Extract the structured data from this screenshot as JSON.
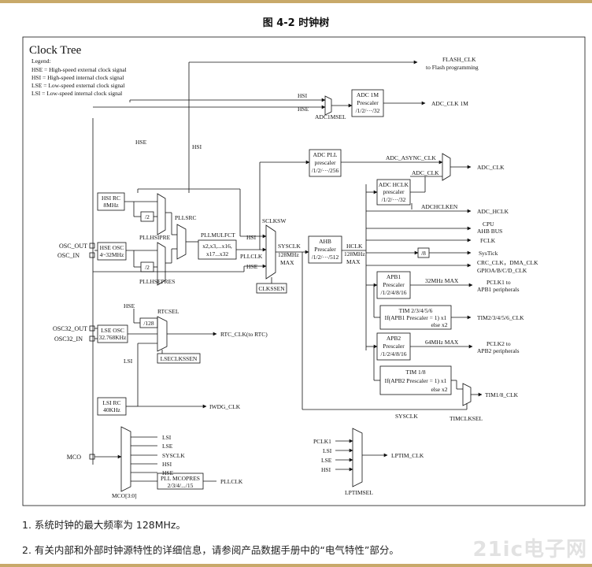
{
  "figure_title": "图 4-2 时钟树",
  "box_title": "Clock Tree",
  "legend": {
    "heading": "Legend:",
    "items": [
      "HSE = High-speed external clock signal",
      "HSI = High-speed internal clock signal",
      "LSE = Low-speed external clock signal",
      "LSI = Low-speed internal clock signal"
    ]
  },
  "pins": {
    "osc_out": "OSC_OUT",
    "osc_in": "OSC_IN",
    "osc32_out": "OSC32_OUT",
    "osc32_in": "OSC32_IN",
    "mco": "MCO"
  },
  "blocks": {
    "hsi_rc": [
      "HSI RC",
      "8MHz"
    ],
    "hse_osc": [
      "HSE OSC",
      "4~32MHz"
    ],
    "lse_osc": [
      "LSE OSC",
      "32.768KHz"
    ],
    "lsi_rc": [
      "LSI RC",
      "40KHz"
    ],
    "div2_hsi": "/2",
    "div2_hse": "/2",
    "pll_mul": [
      "x2,x3,...x16,",
      "x17...x32"
    ],
    "div128": "/128",
    "adc1m": [
      "ADC 1M",
      "Prescaler",
      "/1/2/···/32"
    ],
    "adc_pll": [
      "ADC PLL",
      "prescaler",
      "/1/2/···/256"
    ],
    "adc_hclk": [
      "ADC HCLK",
      "prescaler",
      "/1/2/···/32"
    ],
    "ahb": [
      "AHB",
      "Prescaler",
      "/1/2/···/512"
    ],
    "div8": "/8",
    "apb1": [
      "APB1",
      "Prescaler",
      "/1/2/4/8/16"
    ],
    "apb2": [
      "APB2",
      "Prescaler",
      "/1/2/4/8/16"
    ],
    "tim_apb1": [
      "TIM 2/3/4/5/6",
      "If(APB1 Prescaler = 1) x1",
      "else x2"
    ],
    "tim_apb2": [
      "TIM 1/8",
      "If(APB2 Prescaler = 1) x1",
      "else x2"
    ],
    "clkss": "CLKSSEN",
    "lseclkss": "LSECLKSSEN",
    "pll_mcopres": [
      "PLL MCOPRES",
      "2/3/4/.../15"
    ]
  },
  "labels": {
    "pllsrc": "PLLSRC",
    "pllhsipre": "PLLHSIPRE",
    "pllhsepres": "PLLHSEPRES",
    "pllmulfct": "PLLMULFCT",
    "pllclk": "PLLCLK",
    "sclksw": "SCLKSW",
    "sysclk": "SYSCLK",
    "sysclk_max": "128MHz",
    "max": "MAX",
    "hclk": "HCLK",
    "hclk_max": "128MHz",
    "hclk_max2": "MAX",
    "rtcsel": "RTCSEL",
    "adc1msel": "ADC1MSEL",
    "hse": "HSE",
    "hsi": "HSI",
    "lsi": "LSI",
    "lse": "LSE",
    "adc_async_clk": "ADC_ASYNC_CLK",
    "adc_clk_in": "ADC_CLK",
    "adchclken": "ADCHCLKEN",
    "apb1_max": "32MHz MAX",
    "apb2_max": "64MHz MAX",
    "timclksel": "TIMCLKSEL",
    "mco_sel": "MCO[3:0]",
    "lptimsel": "LPTIMSEL",
    "sysclk_bottom": "SYSCLK"
  },
  "outputs": {
    "flash": [
      "FLASH_CLK",
      "to Flash programming"
    ],
    "adc_clk_1m": "ADC_CLK 1M",
    "adc_clk": "ADC_CLK",
    "adc_hclk": "ADC_HCLK",
    "cpu": [
      "CPU",
      "AHB BUS"
    ],
    "fclk": "FCLK",
    "systick": "SysTick",
    "crc": [
      "CRC_CLK，DMA_CLK",
      "GPIOA/B/C/D_CLK"
    ],
    "pclk1": [
      "PCLK1 to",
      "APB1 peripherals"
    ],
    "tim2_6": "TIM2/3/4/5/6_CLK",
    "pclk2": [
      "PCLK2 to",
      "APB2 peripherals"
    ],
    "tim1_8": "TIM1/8_CLK",
    "rtc": "RTC_CLK(to RTC)",
    "iwdg": "IWDG_CLK",
    "mco_inputs": [
      "LSI",
      "LSE",
      "SYSCLK",
      "HSI",
      "HSE"
    ],
    "mco_pllclk": "PLLCLK",
    "lptim_inputs": [
      "PCLK1",
      "LSI",
      "LSE",
      "HSI"
    ],
    "lptim_clk": "LPTIM_CLK"
  },
  "notes": [
    "1.  系统时钟的最大频率为 128MHz。",
    "2.  有关内部和外部时钟源特性的详细信息，请参阅产品数据手册中的“电气特性”部分。"
  ],
  "watermark": "21ic电子网"
}
